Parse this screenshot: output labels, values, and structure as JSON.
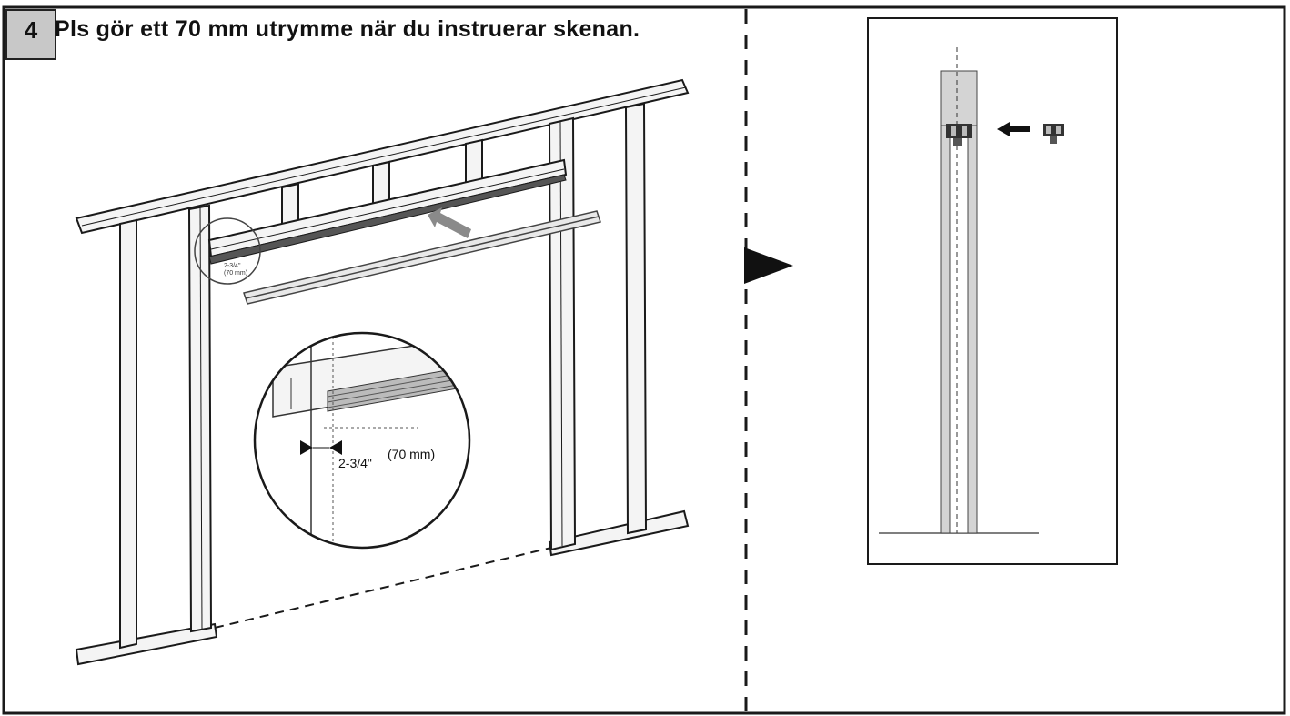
{
  "step": {
    "number": "4",
    "title": "Pls  gör ett  70  mm  utrymme när  du  instruerar  skenan."
  },
  "callouts": {
    "small_inch": "2-3/4\"",
    "small_mm": "(70 mm)",
    "dimension_inch": "2-3/4\"",
    "dimension_mm": "(70  mm)"
  },
  "colors": {
    "line": "#1a1a1a",
    "box_fill": "#c8c8c8",
    "rail_fill": "#e8e8e8",
    "arrow_gray": "#8a8a8a",
    "shade": "#d4d4d4"
  }
}
